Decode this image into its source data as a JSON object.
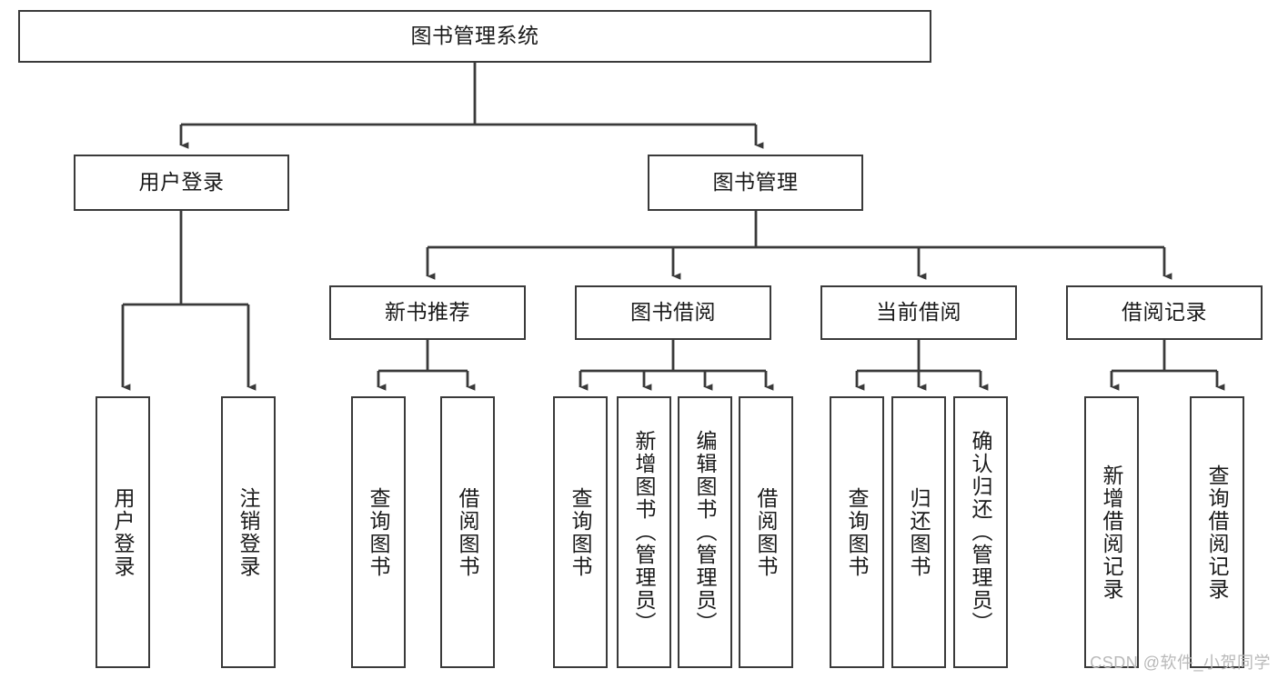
{
  "diagram": {
    "title": "图书管理系统",
    "watermark": "CSDN @软件_小贺同学",
    "colors": {
      "stroke": "#3a3a3a",
      "fill": "#ffffff",
      "text": "#1a1a1a",
      "watermark": "#b9b9b9"
    },
    "root": {
      "label": "图书管理系统"
    },
    "level2": [
      {
        "label": "用户登录"
      },
      {
        "label": "图书管理"
      }
    ],
    "level3": [
      {
        "label": "新书推荐"
      },
      {
        "label": "图书借阅"
      },
      {
        "label": "当前借阅"
      },
      {
        "label": "借阅记录"
      }
    ],
    "leaves": {
      "user_login": [
        {
          "label": "用户登录"
        },
        {
          "label": "注销登录"
        }
      ],
      "new_book_recommend": [
        {
          "label": "查询图书"
        },
        {
          "label": "借阅图书"
        }
      ],
      "book_borrow": [
        {
          "label": "查询图书"
        },
        {
          "label": "新增图书（管理员）"
        },
        {
          "label": "编辑图书（管理员）"
        },
        {
          "label": "借阅图书"
        }
      ],
      "current_borrow": [
        {
          "label": "查询图书"
        },
        {
          "label": "归还图书"
        },
        {
          "label": "确认归还（管理员）"
        }
      ],
      "borrow_record": [
        {
          "label": "新增借阅记录"
        },
        {
          "label": "查询借阅记录"
        }
      ]
    }
  }
}
